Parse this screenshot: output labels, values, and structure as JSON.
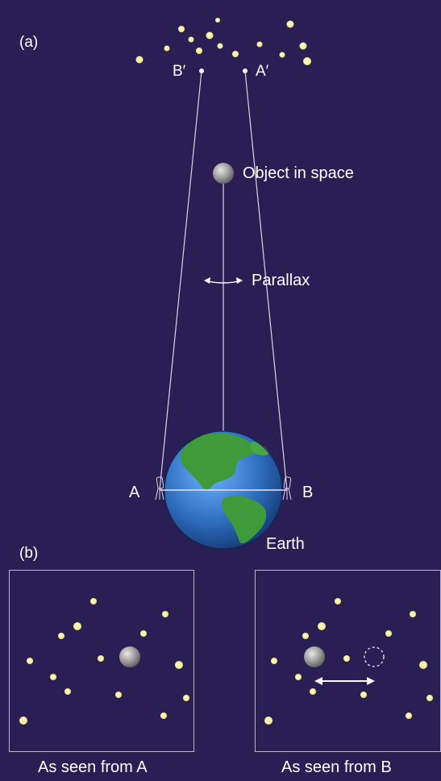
{
  "part_a": {
    "label": "(a)",
    "image_b_label": "B′",
    "image_a_label": "A′",
    "object_label": "Object in space",
    "parallax_label": "Parallax",
    "observer_a_label": "A",
    "observer_b_label": "B",
    "earth_label": "Earth"
  },
  "part_b": {
    "label": "(b)",
    "panel_a_caption": "As seen from A",
    "panel_b_caption": "As seen from B"
  },
  "colors": {
    "background": "#2a1f55",
    "star": "#fbf38a",
    "line": "#d8d4e6",
    "ocean": "#2f6fc0",
    "land": "#3f9a3a",
    "object": "#9c9c9c"
  }
}
